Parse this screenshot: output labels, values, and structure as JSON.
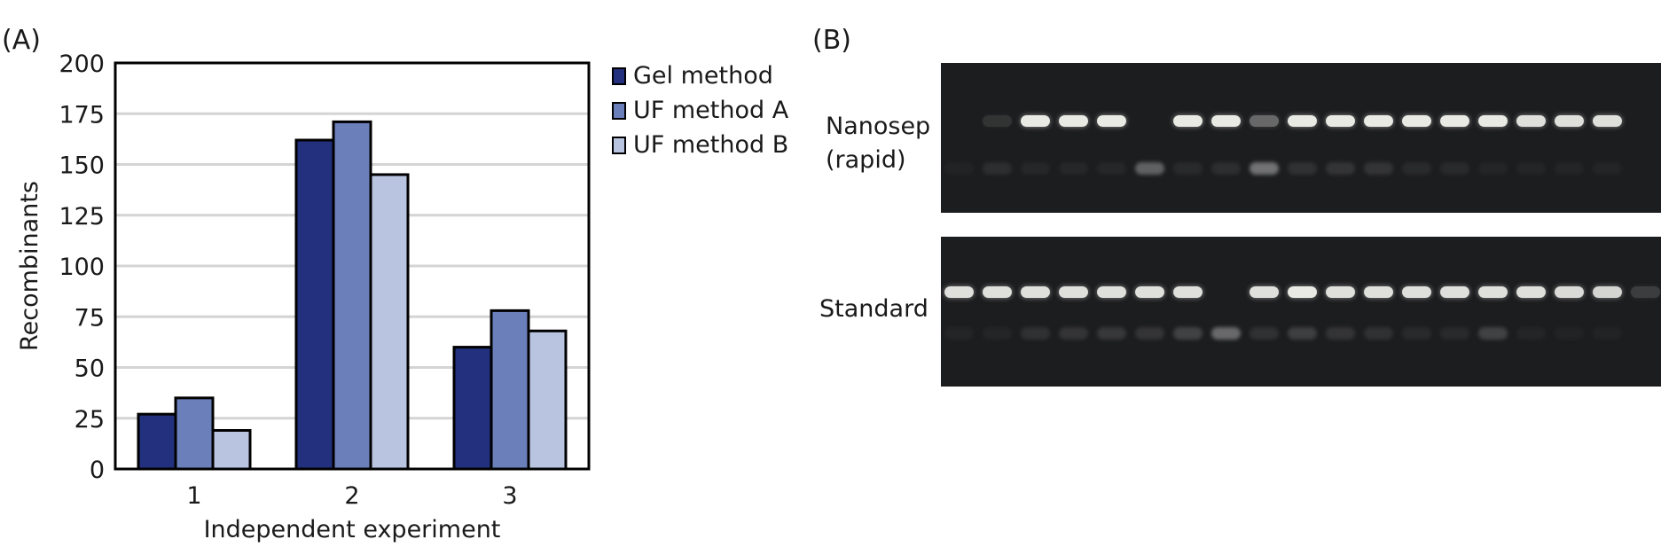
{
  "panels": {
    "a_label": "(A)",
    "b_label": "(B)"
  },
  "colors": {
    "gel_method": "#22307e",
    "uf_method_a": "#6b7fba",
    "uf_method_b": "#b9c4e0"
  },
  "chart_data": {
    "type": "bar",
    "title": "",
    "xlabel": "Independent experiment",
    "ylabel": "Recombinants",
    "categories": [
      "1",
      "2",
      "3"
    ],
    "ylim": [
      0,
      200
    ],
    "yticks": [
      0,
      25,
      50,
      75,
      100,
      125,
      150,
      175,
      200
    ],
    "grid": true,
    "legend_position": "right",
    "series": [
      {
        "name": "Gel method",
        "values": [
          27,
          162,
          60
        ]
      },
      {
        "name": "UF method A",
        "values": [
          35,
          171,
          78
        ]
      },
      {
        "name": "UF method B",
        "values": [
          19,
          145,
          68
        ]
      }
    ]
  },
  "gels": {
    "top_label_line1": "Nanosep",
    "top_label_line2": "(rapid)",
    "bottom_label": "Standard"
  }
}
